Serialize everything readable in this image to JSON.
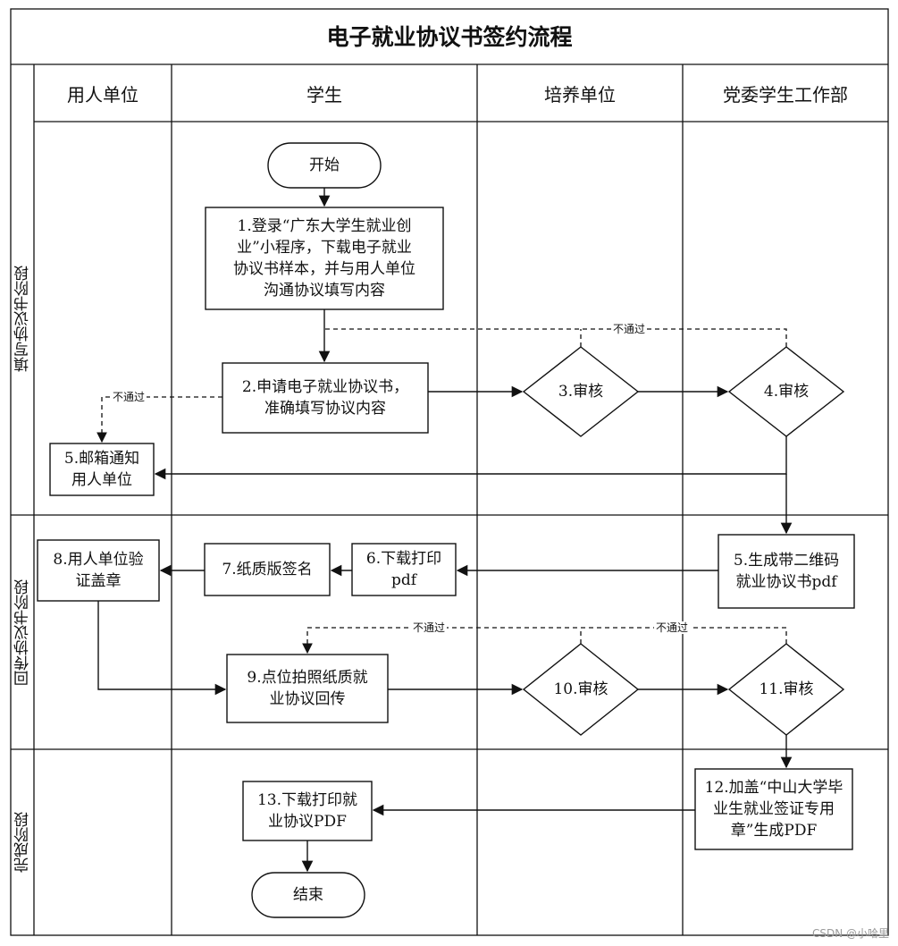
{
  "title": "电子就业协议书签约流程",
  "columns": [
    "用人单位",
    "学生",
    "培养单位",
    "党委学生工作部"
  ],
  "stages": [
    "填写协议书阶段",
    "回传协议书阶段",
    "完成阶段"
  ],
  "nodes": {
    "start": "开始",
    "n1": "1.登录“广东大学生就业创\n业”小程序，下载电子就业\n协议书样本，并与用人单位\n沟通协议填写内容",
    "n2": "2.申请电子就业协议书，\n准确填写协议内容",
    "n3": "3.审核",
    "n4": "4.审核",
    "n5a": "5.邮箱通知\n用人单位",
    "n5b": "5.生成带二维码\n就业协议书pdf",
    "n6": "6.下载打印\npdf",
    "n7": "7.纸质版签名",
    "n8": "8.用人单位验\n证盖章",
    "n9": "9.点位拍照纸质就\n业协议回传",
    "n10": "10.审核",
    "n11": "11.审核",
    "n12": "12.加盖“中山大学毕\n业生就业签证专用\n章”生成PDF",
    "n13": "13.下载打印就\n业协议PDF",
    "end": "结束"
  },
  "edge_labels": {
    "reject_top": "不通过",
    "reject_left": "不通过",
    "reject_mid": "不通过",
    "reject_right": "不通过"
  },
  "watermark": "CSDN @小哈里"
}
